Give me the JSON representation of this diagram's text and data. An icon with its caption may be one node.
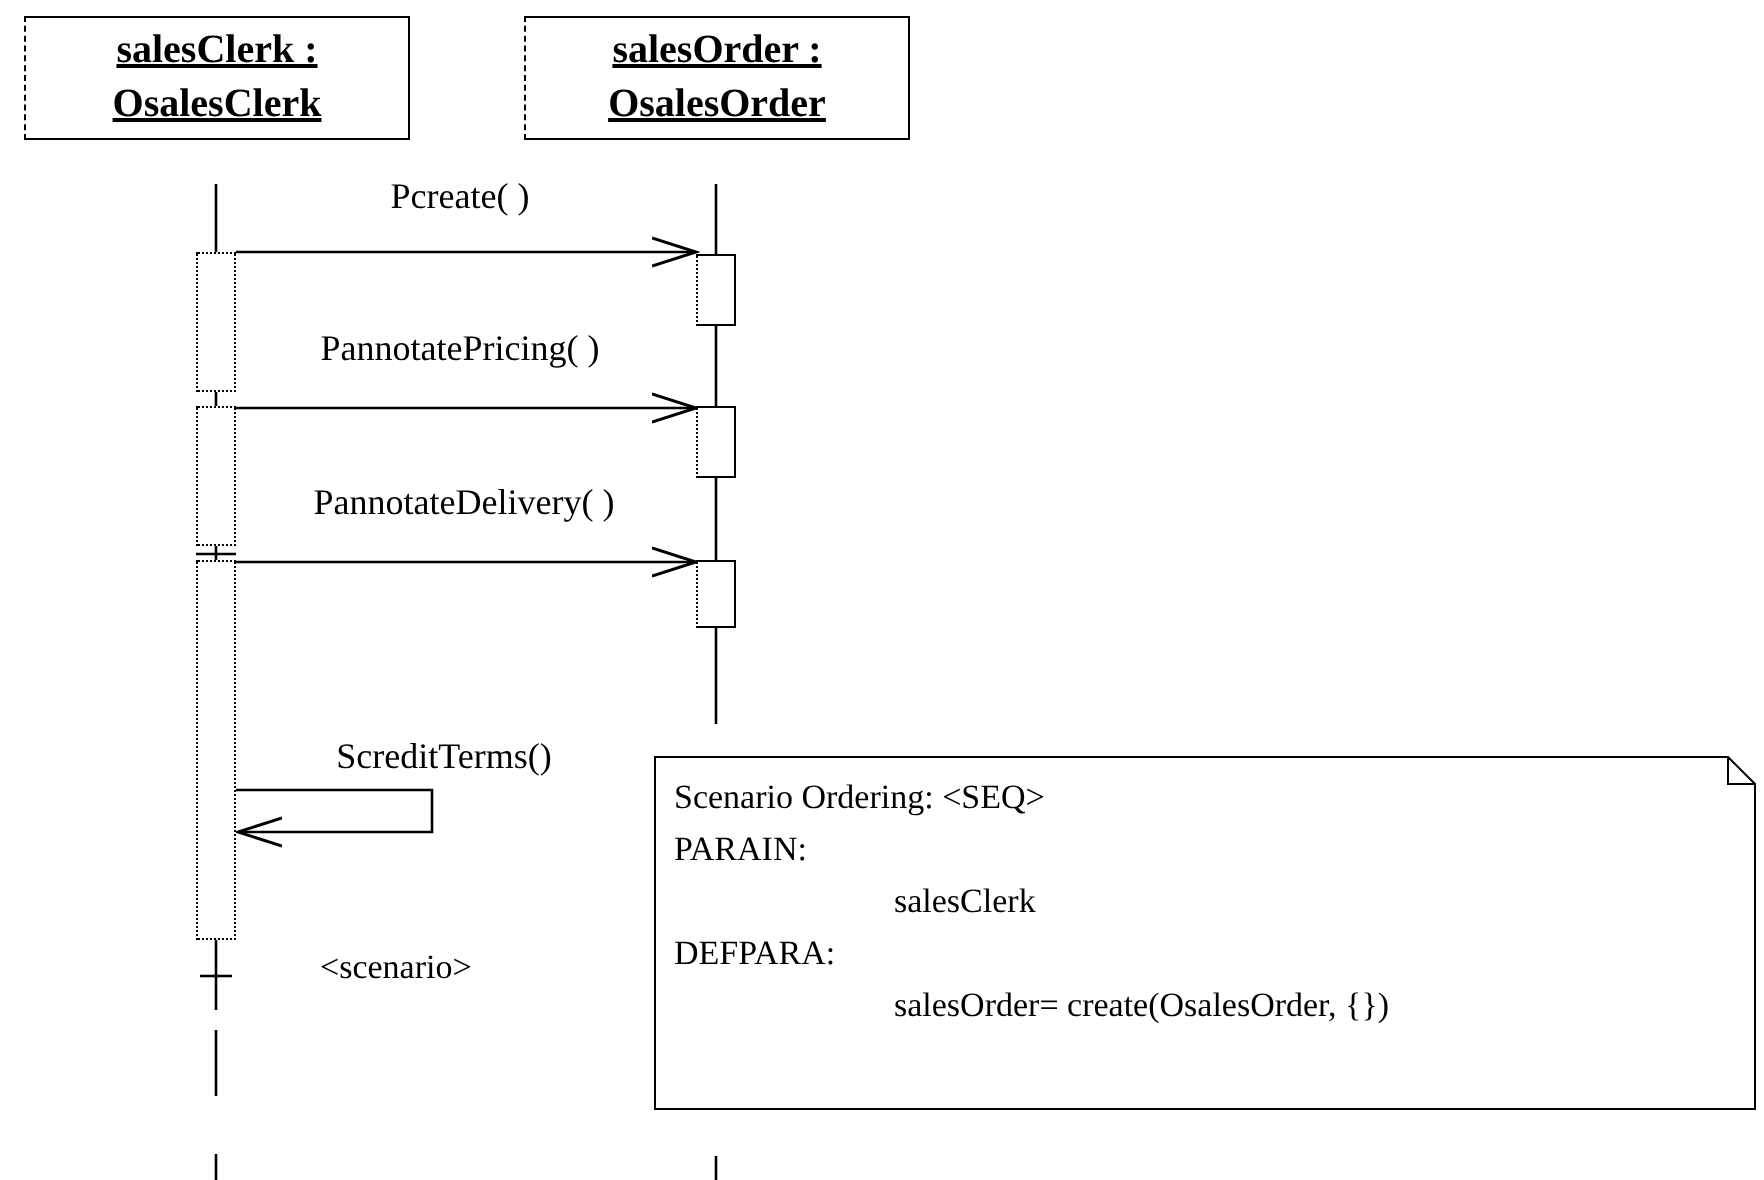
{
  "diagram": {
    "nodes": [
      {
        "text": [
          "salesClerk : OsalesClerk"
        ]
      },
      {
        "text": [
          "salesOrder : OsalesOrder"
        ]
      },
      {
        "text": [],
        "shape": "bar"
      },
      {
        "text": [],
        "shape": "bar"
      },
      {
        "text": [],
        "shape": "bar"
      },
      {
        "text": [],
        "shape": "bar"
      },
      {
        "text": [],
        "shape": "bar"
      },
      {
        "text": [],
        "shape": "bar"
      },
      {
        "text": [
          "Scenario Ordering: <SEQ>",
          "PARAIN:",
          "salesClerk",
          "DEFPARA:",
          "salesOrder= create(OsalesOrder, {})"
        ]
      }
    ],
    "edges": [
      {
        "from": 2,
        "to": 3,
        "arrow": "to",
        "label": "Pcreate( )"
      },
      {
        "from": 4,
        "to": 5,
        "arrow": "to",
        "label": "PannotatePricing( )"
      },
      {
        "from": 6,
        "to": 7,
        "arrow": "to",
        "label": "PannotateDelivery( )"
      },
      {
        "from": 6,
        "to": 6,
        "arrow": "to",
        "label": "ScreditTerms()"
      }
    ],
    "labels": [
      "<scenario>"
    ]
  }
}
